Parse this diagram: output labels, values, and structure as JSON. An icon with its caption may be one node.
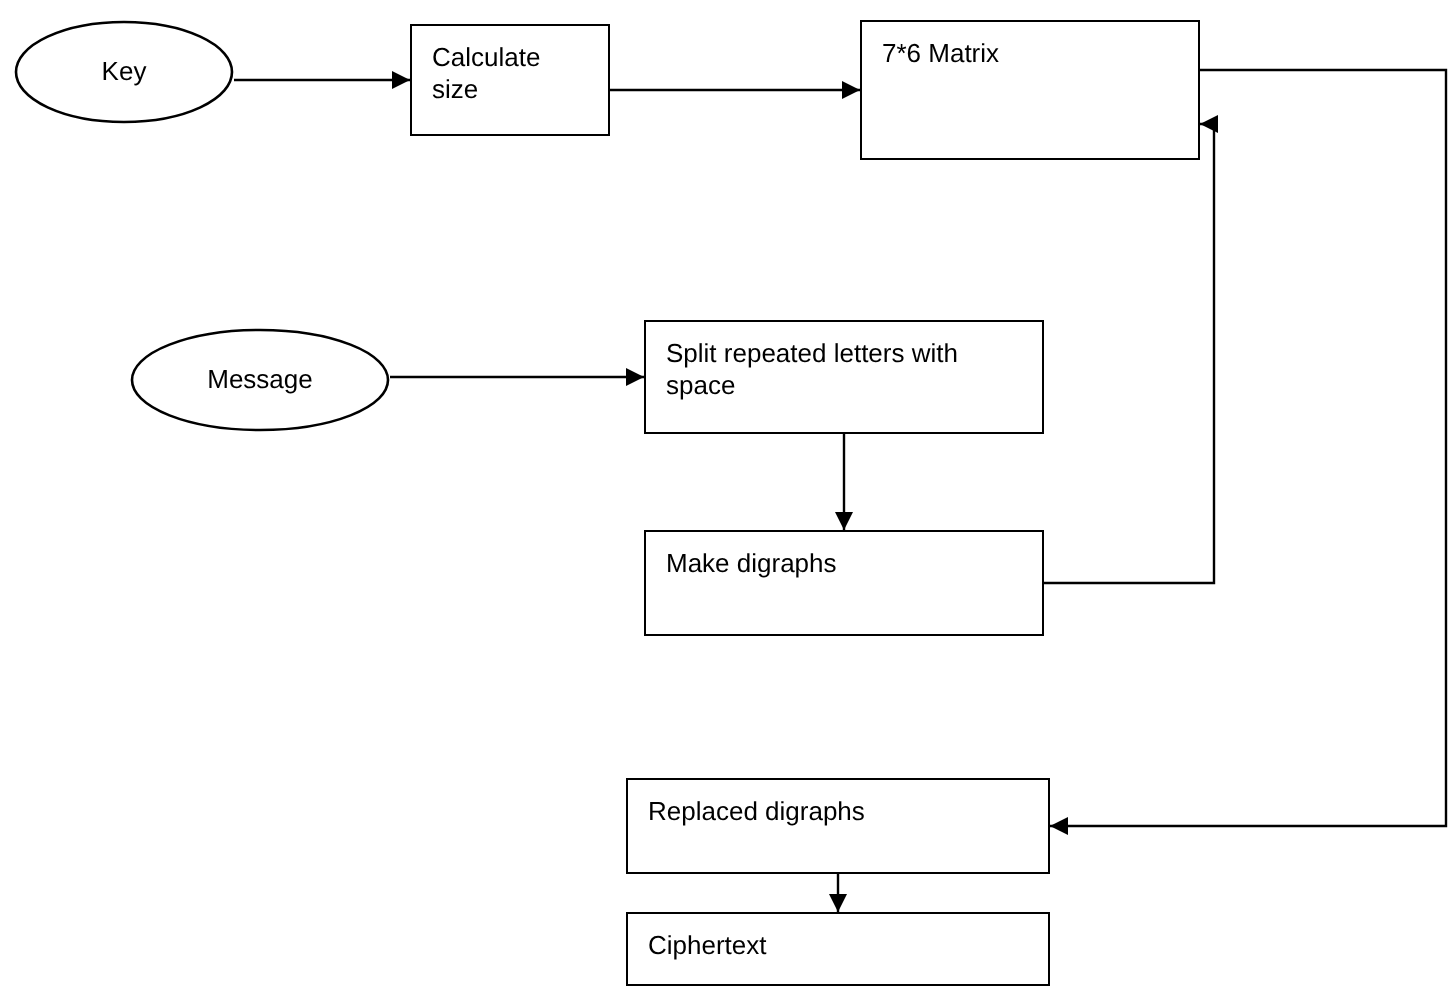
{
  "diagram": {
    "nodes": [
      {
        "text": [
          "Key"
        ]
      },
      {
        "text": [
          "Calculate size"
        ]
      },
      {
        "text": [
          "7*6 Matrix"
        ]
      },
      {
        "text": [
          "Message"
        ]
      },
      {
        "text": [
          "Split repeated letters with space"
        ]
      },
      {
        "text": [
          "Make digraphs"
        ]
      },
      {
        "text": [
          "Replaced digraphs"
        ]
      },
      {
        "text": [
          "Ciphertext"
        ]
      }
    ],
    "edges": [
      {
        "from": 0,
        "to": 1,
        "arrow": "to"
      },
      {
        "from": 1,
        "to": 2,
        "arrow": "to"
      },
      {
        "from": 2,
        "to": 6,
        "arrow": "to"
      },
      {
        "from": 3,
        "to": 4,
        "arrow": "to"
      },
      {
        "from": 4,
        "to": 5,
        "arrow": "to"
      },
      {
        "from": 5,
        "to": 2,
        "arrow": "to"
      },
      {
        "from": 6,
        "to": 7,
        "arrow": "to"
      }
    ]
  }
}
